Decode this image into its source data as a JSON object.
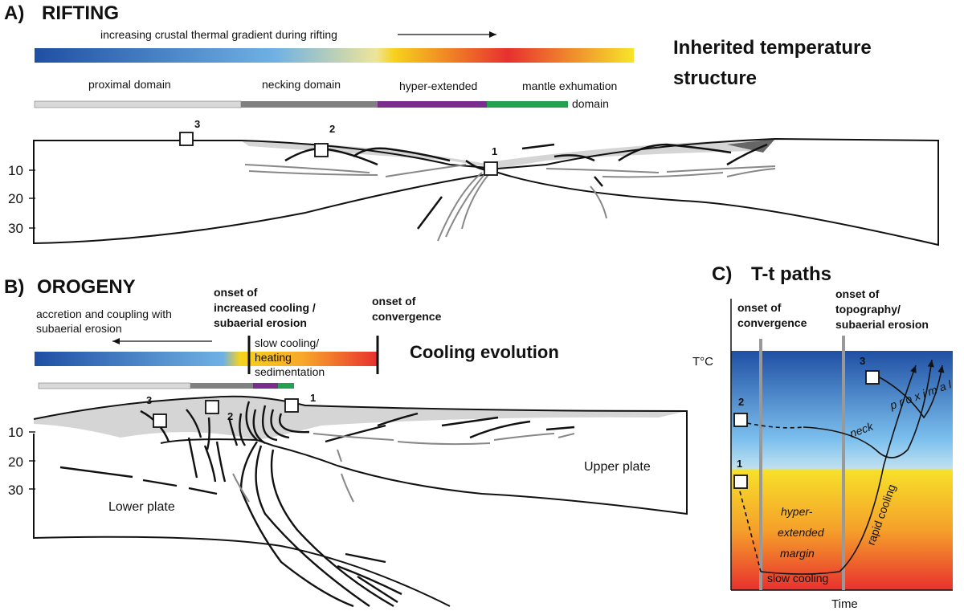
{
  "panel_a": {
    "letter": "A)",
    "title": "RIFTING",
    "gradient_caption": "increasing crustal thermal gradient during rifting",
    "side_title_line1": "Inherited temperature",
    "side_title_line2": "structure",
    "domains": {
      "proximal": "proximal domain",
      "necking": "necking domain",
      "hyper": "hyper-extended",
      "exhumation_line1": "mantle exhumation",
      "exhumation_line2": "domain"
    },
    "depth_ticks": [
      "10",
      "20",
      "30"
    ],
    "markers": [
      "3",
      "2",
      "1"
    ]
  },
  "panel_b": {
    "letter": "B)",
    "title": "OROGENY",
    "accretion_line1": "accretion and coupling with",
    "accretion_line2": "subaerial erosion",
    "onset_cooling_line1": "onset of",
    "onset_cooling_line2": "increased cooling /",
    "onset_cooling_line3": "subaerial erosion",
    "onset_convergence_line1": "onset of",
    "onset_convergence_line2": "convergence",
    "slow_line1": "slow cooling/",
    "slow_line2": "heating",
    "slow_line3": "sedimentation",
    "side_title": "Cooling evolution",
    "depth_ticks": [
      "10",
      "20",
      "30"
    ],
    "lower_plate": "Lower plate",
    "upper_plate": "Upper plate",
    "markers": [
      "3",
      "2",
      "1"
    ]
  },
  "panel_c": {
    "letter": "C)",
    "title": "T-t paths",
    "onset_convergence_line1": "onset of",
    "onset_convergence_line2": "convergence",
    "onset_topo_line1": "onset of",
    "onset_topo_line2": "topography/",
    "onset_topo_line3": "subaerial erosion",
    "y_axis": "T°C",
    "x_axis": "Time",
    "neck": "neck",
    "proximal": "p r o x i m a l",
    "hyper_line1": "hyper-",
    "hyper_line2": "extended",
    "hyper_line3": "margin",
    "rapid": "rapid cooling",
    "slow": "slow cooling",
    "markers": [
      "3",
      "2",
      "1"
    ]
  },
  "colors": {
    "cold": "#1f4fa3",
    "mid_blue": "#6fb1e4",
    "pale": "#eee49a",
    "yellow": "#f7d21c",
    "orange": "#f28a2a",
    "hot": "#e8302f",
    "proximal_bar": "#d9d9d9",
    "necking_bar": "#808080",
    "hyper_bar": "#7b2d8e",
    "exhumation_bar": "#23a050",
    "sediment": "#d0d0d0"
  }
}
